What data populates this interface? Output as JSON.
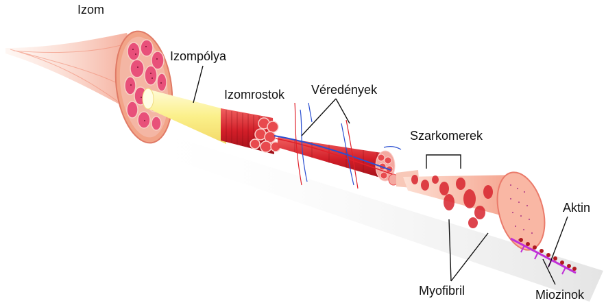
{
  "labels": {
    "muscle": "Izom",
    "fascicle": "Izompólya",
    "muscle_fibers": "Izomrostok",
    "blood_vessels": "Véredények",
    "sarcomeres": "Szarkomerek",
    "actin": "Aktin",
    "myofibril": "Myofibril",
    "myosins": "Miozinok"
  },
  "colors": {
    "muscle_outer": "#f6b49c",
    "muscle_pink": "#e8507a",
    "fascicle_yellow": "#fbf3a6",
    "fiber_red": "#d8242e",
    "vessel_blue": "#2a4fd1",
    "vessel_red": "#e0202a",
    "myosin": "#c030d8",
    "actin": "#b01a20"
  }
}
